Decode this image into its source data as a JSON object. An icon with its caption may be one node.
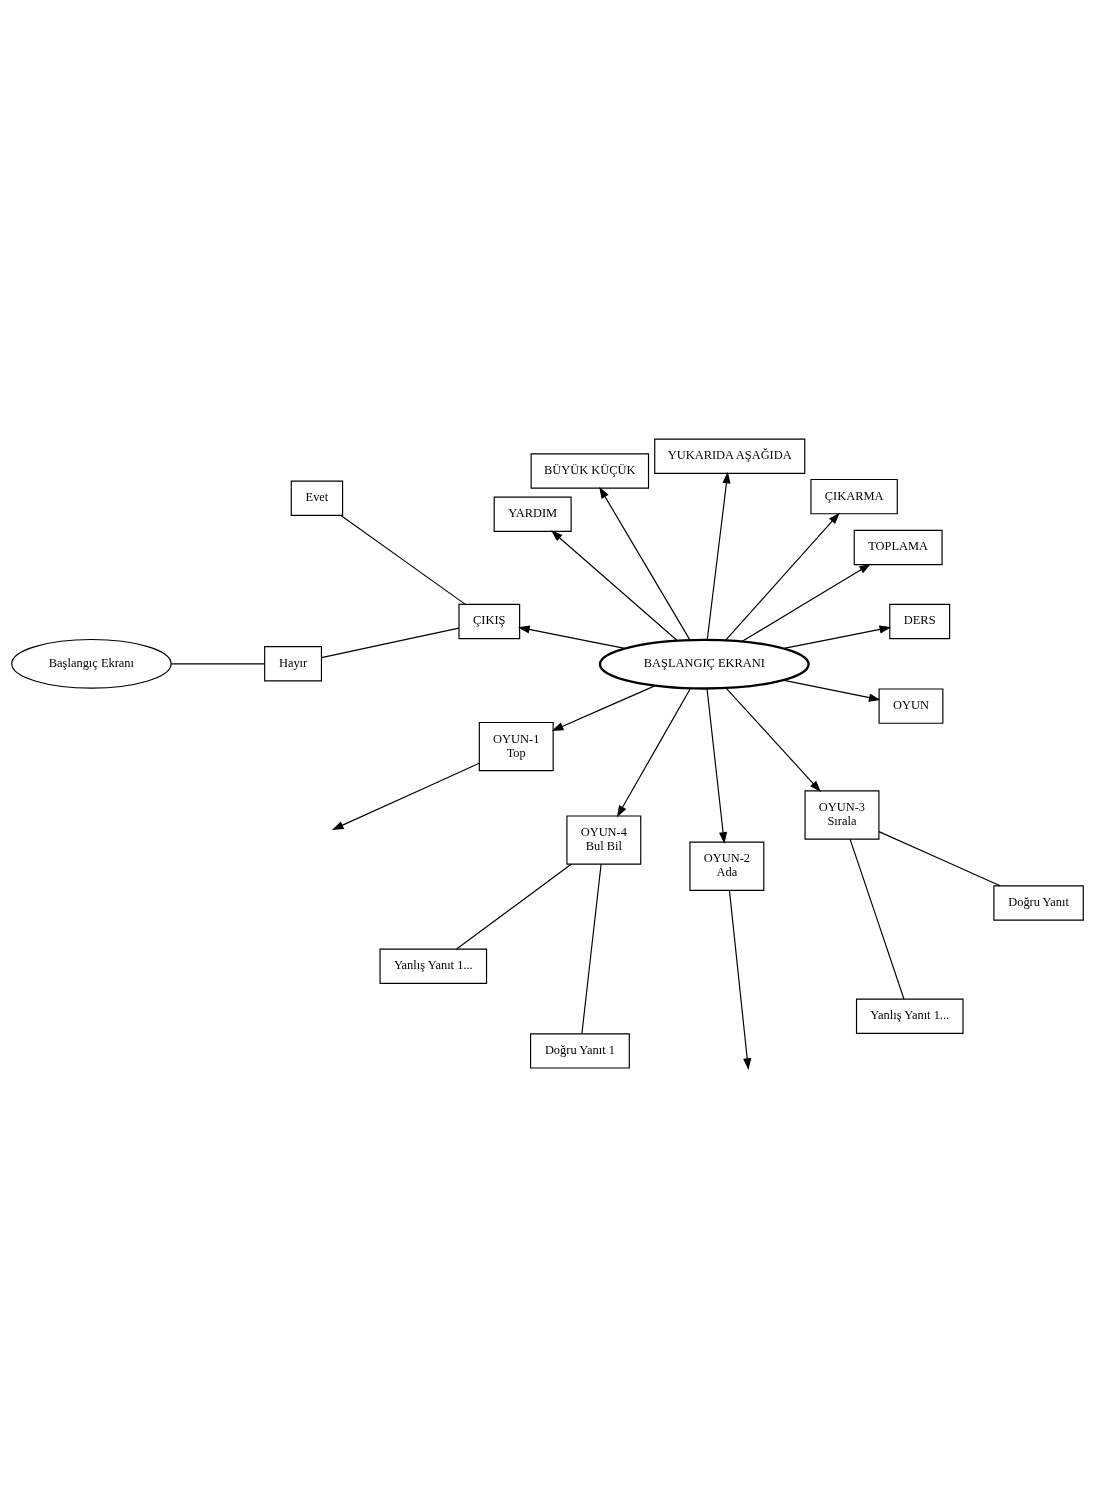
{
  "diagram": {
    "nodes": [
      {
        "text": [
          "BAŞLANGIÇ EKRANI"
        ]
      },
      {
        "text": [
          "DERS"
        ]
      },
      {
        "text": [
          "TOPLAMA"
        ]
      },
      {
        "text": [
          "ÇIKARMA"
        ]
      },
      {
        "text": [
          "YUKARIDA AŞAĞIDA"
        ]
      },
      {
        "text": [
          "BÜYÜK KÜÇÜK"
        ]
      },
      {
        "text": [
          "Başlangıç Ekranı"
        ]
      },
      {
        "text": [
          "Hayır"
        ]
      },
      {
        "text": [
          "YARDIM"
        ]
      },
      {
        "text": [
          "ÇIKIŞ"
        ]
      },
      {
        "text": [
          "Evet"
        ]
      },
      {
        "text": [
          "OYUN-1",
          "Top"
        ]
      },
      {
        "text": [
          "OYUN-4",
          "Bul Bil"
        ]
      },
      {
        "text": [
          "Yanlış Yanıt 1..."
        ]
      },
      {
        "text": [
          "Doğru Yanıt 1"
        ]
      },
      {
        "text": [
          "OYUN-2",
          "Ada"
        ]
      },
      {
        "text": [
          "OYUN-3",
          "Sırala"
        ]
      },
      {
        "text": [
          "Yanlış Yanıt 1..."
        ]
      },
      {
        "text": [
          "Doğru Yanıt"
        ]
      },
      {
        "text": [
          "OYUN"
        ]
      }
    ],
    "edges": [
      {
        "from": 0,
        "to": 1,
        "arrow": "to"
      },
      {
        "from": 0,
        "to": 2,
        "arrow": "to"
      },
      {
        "from": 0,
        "to": 3,
        "arrow": "to"
      },
      {
        "from": 0,
        "to": 4,
        "arrow": "to"
      },
      {
        "from": 0,
        "to": 5,
        "arrow": "to"
      },
      {
        "from": 6,
        "to": 7,
        "arrow": "none"
      },
      {
        "from": 7,
        "to": 9,
        "arrow": "none"
      },
      {
        "from": 0,
        "to": 8,
        "arrow": "to"
      },
      {
        "from": 0,
        "to": 9,
        "arrow": "to"
      },
      {
        "from": 9,
        "to": 10,
        "arrow": "none"
      },
      {
        "from": 0,
        "to": 11,
        "arrow": "to"
      },
      {
        "from": 0,
        "to": 12,
        "arrow": "to"
      },
      {
        "from": 11,
        "to": null,
        "arrow": "to"
      },
      {
        "from": 12,
        "to": 13,
        "arrow": "none"
      },
      {
        "from": 12,
        "to": 14,
        "arrow": "none"
      },
      {
        "from": 0,
        "to": 15,
        "arrow": "to"
      },
      {
        "from": 0,
        "to": 16,
        "arrow": "to"
      },
      {
        "from": 15,
        "to": null,
        "arrow": "to"
      },
      {
        "from": 16,
        "to": 17,
        "arrow": "none"
      },
      {
        "from": 16,
        "to": 18,
        "arrow": "none"
      },
      {
        "from": 0,
        "to": 19,
        "arrow": "to"
      }
    ]
  }
}
